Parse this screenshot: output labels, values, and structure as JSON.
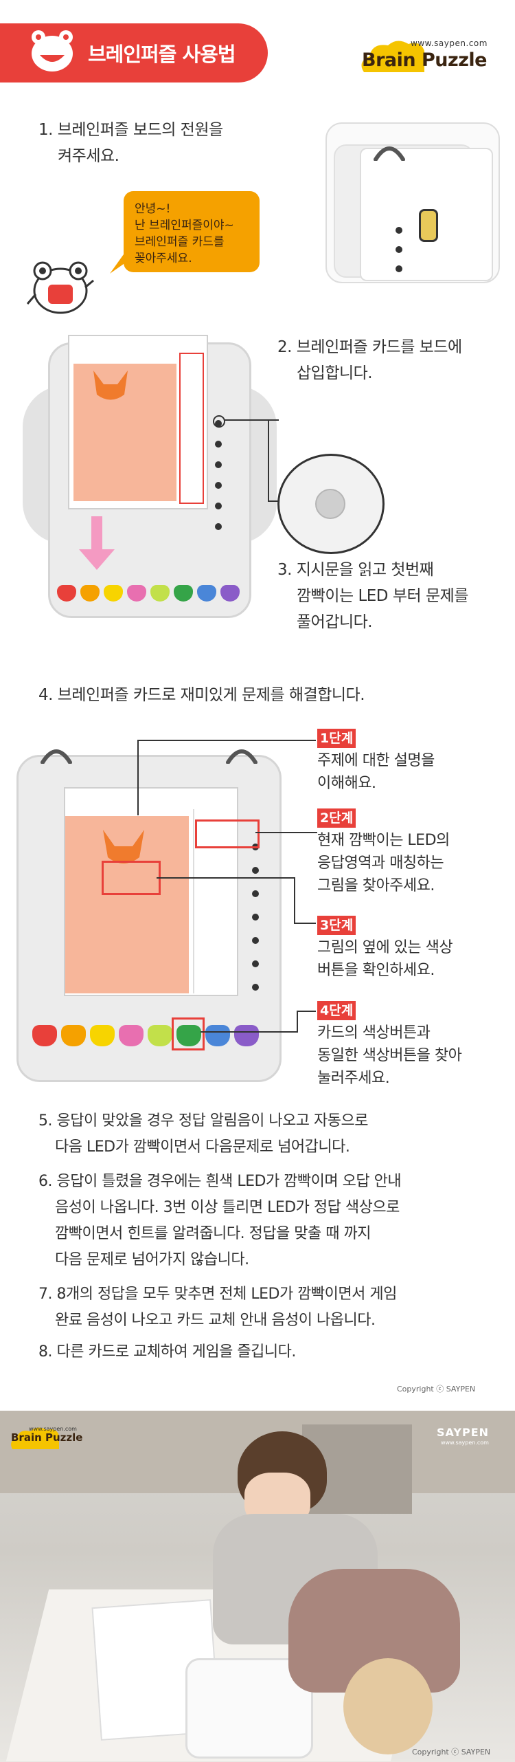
{
  "header": {
    "title": "브레인퍼즐 사용법",
    "logo_url": "www.saypen.com",
    "logo_text": "Brain Puzzle"
  },
  "steps": [
    {
      "num": "1.",
      "text_line1": "브레인퍼즐 보드의 전원을",
      "text_line2": "켜주세요."
    },
    {
      "num": "2.",
      "text_line1": "브레인퍼즐 카드를 보드에",
      "text_line2": "삽입합니다."
    },
    {
      "num": "3.",
      "text_line1": "지시문을 읽고 첫번째",
      "text_line2": "깜빡이는 LED 부터 문제를",
      "text_line3": "풀어갑니다."
    },
    {
      "num": "4.",
      "text_line1": "브레인퍼즐 카드로 재미있게 문제를 해결합니다."
    }
  ],
  "bubble": {
    "line1": "안녕~!",
    "line2": "난 브레인퍼즐이야~",
    "line3": "브레인퍼즐 카드를",
    "line4": "꽂아주세요."
  },
  "stages": [
    {
      "tag": "1단계",
      "line1": "주제에 대한 설명을",
      "line2": "이해해요."
    },
    {
      "tag": "2단계",
      "line1": "현재 깜빡이는 LED의",
      "line2": "응답영역과 매칭하는",
      "line3": "그림을 찾아주세요."
    },
    {
      "tag": "3단계",
      "line1": "그림의 옆에 있는 색상",
      "line2": "버튼을 확인하세요."
    },
    {
      "tag": "4단계",
      "line1": "카드의 색상버튼과",
      "line2": "동일한 색상버튼을 찾아",
      "line3": "눌러주세요."
    }
  ],
  "notes": [
    {
      "num": "5.",
      "line1": "응답이 맞았을 경우 정답 알림음이 나오고 자동으로",
      "line2": "다음 LED가 깜빡이면서 다음문제로 넘어갑니다."
    },
    {
      "num": "6.",
      "line1": "응답이 틀렸을 경우에는 흰색 LED가 깜빡이며 오답 안내",
      "line2": "음성이 나옵니다. 3번 이상 틀리면 LED가 정답 색상으로",
      "line3": "깜빡이면서 힌트를 알려줍니다. 정답을 맞출 때 까지",
      "line4": "다음 문제로 넘어가지 않습니다."
    },
    {
      "num": "7.",
      "line1": "8개의 정답을 모두 맞추면 전체 LED가 깜빡이면서 게임",
      "line2": "완료 음성이 나오고 카드 교체 안내 음성이 나옵니다."
    },
    {
      "num": "8.",
      "line1": "다른 카드로 교체하여 게임을 즐깁니다."
    }
  ],
  "copyright": "Copyright ⓒ SAYPEN",
  "photo": {
    "logo_text": "Brain Puzzle",
    "logo_url": "www.saypen.com",
    "brand": "SAYPEN",
    "brand_url": "www.saypen.com",
    "copyright": "Copyright ⓒ SAYPEN"
  },
  "colors": {
    "accent": "#e8403a",
    "bubble": "#f5a100",
    "logo_cloud": "#f5c400"
  },
  "button_colors": [
    "#e8403a",
    "#f5a100",
    "#f7d400",
    "#e86fb0",
    "#c2e04a",
    "#35a448",
    "#4a86d8",
    "#8a5cc8"
  ]
}
